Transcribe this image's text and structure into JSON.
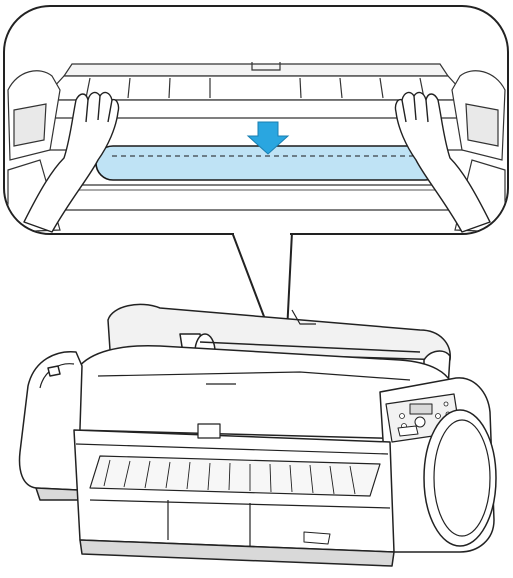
{
  "figure": {
    "callout": {
      "name": "printer-top-detail-callout",
      "elements": [
        "roll-guide-rail",
        "left-hand-icon",
        "right-hand-icon",
        "paper-edge-alignment-band",
        "press-down-arrow-icon"
      ]
    },
    "printer": {
      "name": "large-format-printer",
      "elements": [
        "printer-top-cover",
        "roll-holder",
        "operation-panel",
        "display-screen",
        "output-tray",
        "roll-cover"
      ]
    },
    "colors": {
      "outline": "#222222",
      "accent_blue": "#2aa6e0",
      "band_fill": "#bfe3f5",
      "band_stroke": "#1a1a1a",
      "body_fill": "#ffffff",
      "shade": "#d9d9d9"
    }
  }
}
